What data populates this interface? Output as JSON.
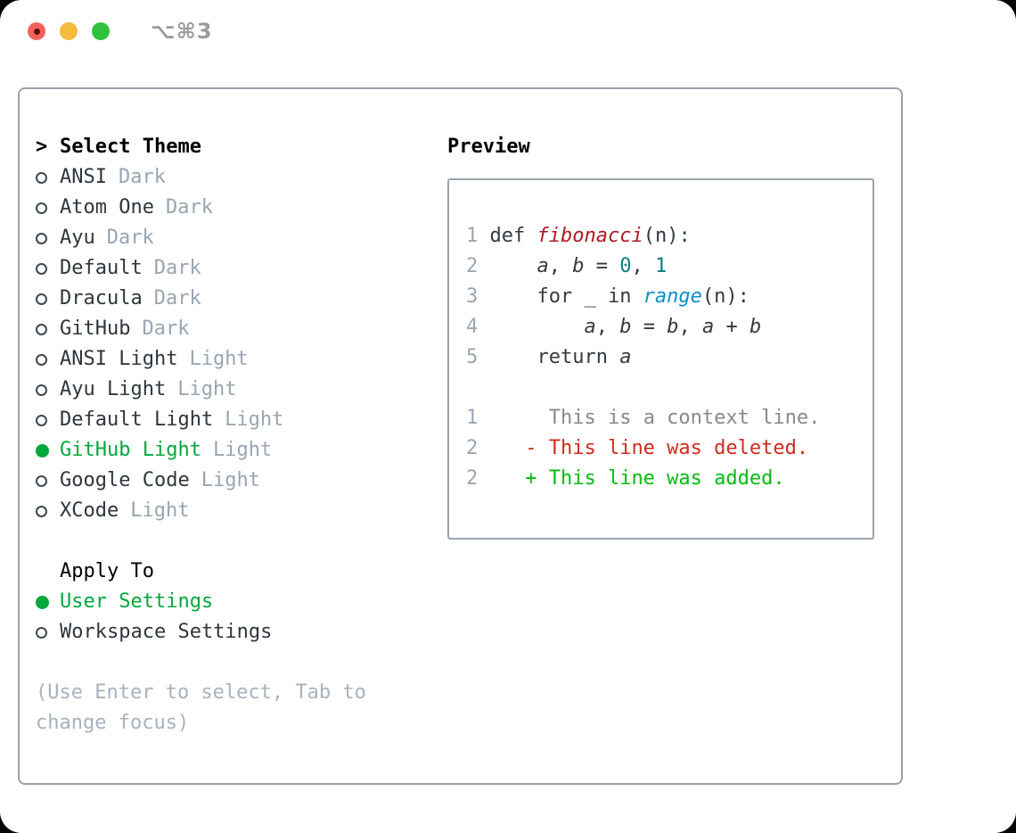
{
  "window": {
    "shortcut_label": "⌥⌘3"
  },
  "theme_picker": {
    "title_marker": ">",
    "title": "Select Theme",
    "themes": [
      {
        "name": "ANSI",
        "variant": "Dark",
        "selected": false
      },
      {
        "name": "Atom One",
        "variant": "Dark",
        "selected": false
      },
      {
        "name": "Ayu",
        "variant": "Dark",
        "selected": false
      },
      {
        "name": "Default",
        "variant": "Dark",
        "selected": false
      },
      {
        "name": "Dracula",
        "variant": "Dark",
        "selected": false
      },
      {
        "name": "GitHub",
        "variant": "Dark",
        "selected": false
      },
      {
        "name": "ANSI Light",
        "variant": "Light",
        "selected": false
      },
      {
        "name": "Ayu Light",
        "variant": "Light",
        "selected": false
      },
      {
        "name": "Default Light",
        "variant": "Light",
        "selected": false
      },
      {
        "name": "GitHub Light",
        "variant": "Light",
        "selected": true
      },
      {
        "name": "Google Code",
        "variant": "Light",
        "selected": false
      },
      {
        "name": "XCode",
        "variant": "Light",
        "selected": false
      }
    ],
    "apply_to": {
      "title": "Apply To",
      "options": [
        {
          "label": "User Settings",
          "selected": true
        },
        {
          "label": "Workspace Settings",
          "selected": false
        }
      ]
    },
    "hint_lines": [
      "(Use Enter to select, Tab to",
      "change focus)"
    ]
  },
  "preview": {
    "title": "Preview",
    "lines": [
      {
        "segments": [
          {
            "t": "1 ",
            "c": "num"
          },
          {
            "t": "def ",
            "c": "fg"
          },
          {
            "t": "fibonacci",
            "c": "fn"
          },
          {
            "t": "(n):",
            "c": "fg"
          }
        ]
      },
      {
        "segments": [
          {
            "t": "2 ",
            "c": "num"
          },
          {
            "t": "    ",
            "c": "fg"
          },
          {
            "t": "a",
            "c": "var"
          },
          {
            "t": ", ",
            "c": "fg"
          },
          {
            "t": "b",
            "c": "var"
          },
          {
            "t": " = ",
            "c": "fg"
          },
          {
            "t": "0",
            "c": "lit"
          },
          {
            "t": ", ",
            "c": "fg"
          },
          {
            "t": "1",
            "c": "lit"
          }
        ]
      },
      {
        "segments": [
          {
            "t": "3 ",
            "c": "num"
          },
          {
            "t": "    for _ in ",
            "c": "fg"
          },
          {
            "t": "range",
            "c": "call"
          },
          {
            "t": "(n):",
            "c": "fg"
          }
        ]
      },
      {
        "segments": [
          {
            "t": "4 ",
            "c": "num"
          },
          {
            "t": "        ",
            "c": "fg"
          },
          {
            "t": "a",
            "c": "var"
          },
          {
            "t": ", ",
            "c": "fg"
          },
          {
            "t": "b",
            "c": "var"
          },
          {
            "t": " = ",
            "c": "fg"
          },
          {
            "t": "b",
            "c": "var"
          },
          {
            "t": ", ",
            "c": "fg"
          },
          {
            "t": "a",
            "c": "var"
          },
          {
            "t": " + ",
            "c": "fg"
          },
          {
            "t": "b",
            "c": "var"
          }
        ]
      },
      {
        "segments": [
          {
            "t": "5 ",
            "c": "num"
          },
          {
            "t": "    return ",
            "c": "fg"
          },
          {
            "t": "a",
            "c": "var"
          }
        ]
      },
      {
        "segments": [
          {
            "t": " ",
            "c": "fg"
          }
        ]
      },
      {
        "segments": [
          {
            "t": "1",
            "c": "num"
          },
          {
            "t": "      ",
            "c": "fg"
          },
          {
            "t": "This is a context line.",
            "c": "ctx"
          }
        ]
      },
      {
        "segments": [
          {
            "t": "2",
            "c": "num"
          },
          {
            "t": "    ",
            "c": "fg"
          },
          {
            "t": "- This line was deleted.",
            "c": "del"
          }
        ]
      },
      {
        "segments": [
          {
            "t": "2",
            "c": "num"
          },
          {
            "t": "    ",
            "c": "fg"
          },
          {
            "t": "+ This line was added.",
            "c": "add"
          }
        ]
      }
    ]
  },
  "colors": {
    "accent_green": "#00a83c",
    "added_green": "#00bd0e",
    "deleted_red": "#cf2b1d",
    "function_red": "#ab1b22",
    "number_teal": "#0b7d7f",
    "call_blue": "#0e8fc7",
    "code_fg": "#333a41",
    "context_gray": "#85898f",
    "muted_gray": "#9aa5b1",
    "hint_gray": "#a9b2bd",
    "border_gray": "#9aa3ad",
    "traffic_red": "#f0635a",
    "traffic_red_dot": "#5f0e07",
    "traffic_yellow": "#f5bb3d",
    "traffic_green": "#30c13d",
    "shortcut_gray": "#9b9b9b"
  }
}
